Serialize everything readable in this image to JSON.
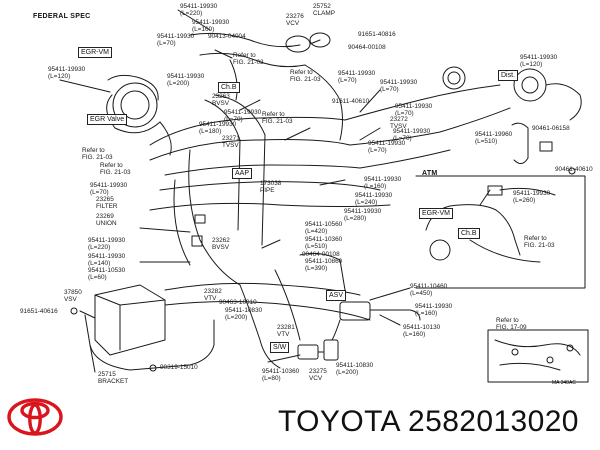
{
  "diagram": {
    "spec_label": "FEDERAL SPEC",
    "atm_label": "ATM",
    "callouts": [
      {
        "id": "c1",
        "code": "95411-19930",
        "len": "(L=220)"
      },
      {
        "id": "c2",
        "code": "95411-19930",
        "len": "(L=160)"
      },
      {
        "id": "c3",
        "code": "95411-19930",
        "len": "(L=70)"
      },
      {
        "id": "c4",
        "code": "90413-04004",
        "len": ""
      },
      {
        "id": "c5",
        "code": "95411-19930",
        "len": "(L=120)"
      },
      {
        "id": "c6",
        "code": "95411-19930",
        "len": "(L=200)"
      },
      {
        "id": "c7",
        "code": "23276",
        "len": "VCV"
      },
      {
        "id": "c8",
        "code": "25752",
        "len": "CLAMP"
      },
      {
        "id": "c9",
        "code": "91651-40816",
        "len": ""
      },
      {
        "id": "c10",
        "code": "90464-00108",
        "len": ""
      },
      {
        "id": "c11",
        "code": "95411-19930",
        "len": "(L=70)"
      },
      {
        "id": "c12",
        "code": "23263",
        "len": "BVSV"
      },
      {
        "id": "c13",
        "code": "95411-19930",
        "len": "(L=180)"
      },
      {
        "id": "c14",
        "code": "95411-19930",
        "len": "(L=70)"
      },
      {
        "id": "c15",
        "code": "23271",
        "len": "TVSV"
      },
      {
        "id": "c16",
        "code": "23272",
        "len": "TVSV"
      },
      {
        "id": "c17",
        "code": "95411-19930",
        "len": "(L=70)"
      },
      {
        "id": "c18",
        "code": "95411-19930",
        "len": "(L=70)"
      },
      {
        "id": "c19",
        "code": "91611-40610",
        "len": ""
      },
      {
        "id": "c20",
        "code": "95411-19960",
        "len": "(L=510)"
      },
      {
        "id": "c21",
        "code": "95411-19930",
        "len": "(L=70)"
      },
      {
        "id": "c22",
        "code": "23265",
        "len": "FILTER"
      },
      {
        "id": "c23",
        "code": "23269",
        "len": "UNION"
      },
      {
        "id": "c24",
        "code": "95411-19930",
        "len": "(L=220)"
      },
      {
        "id": "c25",
        "code": "95411-19930",
        "len": "(L=140)"
      },
      {
        "id": "c26",
        "code": "95411-10530",
        "len": "(L=60)"
      },
      {
        "id": "c27",
        "code": "37850",
        "len": "VSV"
      },
      {
        "id": "c28",
        "code": "91651-40616",
        "len": ""
      },
      {
        "id": "c29",
        "code": "173038",
        "len": "PIPE"
      },
      {
        "id": "c30",
        "code": "95411-19930",
        "len": "(L=240)"
      },
      {
        "id": "c31",
        "code": "95411-19930",
        "len": "(L=160)"
      },
      {
        "id": "c32",
        "code": "95411-19930",
        "len": "(L=280)"
      },
      {
        "id": "c33",
        "code": "95411-10560",
        "len": "(L=420)"
      },
      {
        "id": "c34",
        "code": "95411-10360",
        "len": "(L=510)"
      },
      {
        "id": "c35",
        "code": "90464-00108",
        "len": ""
      },
      {
        "id": "c36",
        "code": "95411-10860",
        "len": "(L=390)"
      },
      {
        "id": "c37",
        "code": "23262",
        "len": "BVSV"
      },
      {
        "id": "c38",
        "code": "23282",
        "len": "VTV"
      },
      {
        "id": "c39",
        "code": "90463-10010",
        "len": ""
      },
      {
        "id": "c40",
        "code": "95411-10830",
        "len": "(L=200)"
      },
      {
        "id": "c41",
        "code": "23281",
        "len": "VTV"
      },
      {
        "id": "c42",
        "code": "95411-10360",
        "len": "(L=80)"
      },
      {
        "id": "c43",
        "code": "23275",
        "len": "VCV"
      },
      {
        "id": "c44",
        "code": "95411-10830",
        "len": "(L=200)"
      },
      {
        "id": "c45",
        "code": "95411-10460",
        "len": "(L=450)"
      },
      {
        "id": "c46",
        "code": "95411-19930",
        "len": "(L=160)"
      },
      {
        "id": "c47",
        "code": "95411-10130",
        "len": "(L=160)"
      },
      {
        "id": "c48",
        "code": "25715",
        "len": "BRACKET"
      },
      {
        "id": "c49",
        "code": "90319-15010",
        "len": ""
      },
      {
        "id": "c50",
        "code": "90461-06158",
        "len": ""
      },
      {
        "id": "c51",
        "code": "90461-40610",
        "len": ""
      },
      {
        "id": "c52",
        "code": "95411-19930",
        "len": "(L=260)"
      },
      {
        "id": "c53",
        "code": "95411-19930",
        "len": "(L=120)"
      },
      {
        "id": "c54",
        "code": "95411-19930",
        "len": "(L=70)"
      },
      {
        "id": "c55",
        "code": "95411-19930",
        "len": "(L=70)"
      }
    ],
    "refers": [
      {
        "id": "r1",
        "text": "Refer to",
        "fig": "FIG. 21-03"
      },
      {
        "id": "r2",
        "text": "Refer to",
        "fig": "FIG. 21-03"
      },
      {
        "id": "r3",
        "text": "Refer to",
        "fig": "FIG. 21-03"
      },
      {
        "id": "r4",
        "text": "Refer to",
        "fig": "FIG. 21-03"
      },
      {
        "id": "r5",
        "text": "Refer to",
        "fig": "FIG. 21-03"
      },
      {
        "id": "r6",
        "text": "Refer to",
        "fig": "FIG. 21-03"
      },
      {
        "id": "r7",
        "text": "Refer to",
        "fig": "FIG. 17-09"
      }
    ],
    "boxes": {
      "egr_vm": "EGR-VM",
      "egr_valve": "EGR Valve",
      "ch_b": "Ch.B",
      "aap": "AAP",
      "asv": "ASV",
      "sw": "S/W",
      "dist": "Dist.",
      "atm_egr_vm": "EGR-VM",
      "atm_ch_b": "Ch.B"
    },
    "stamp": "MA 348AC"
  },
  "footer": {
    "brand_text": "TOYOTA 2582013020"
  },
  "colors": {
    "logo_red": "#d9151d",
    "ink": "#1a1a1a"
  }
}
